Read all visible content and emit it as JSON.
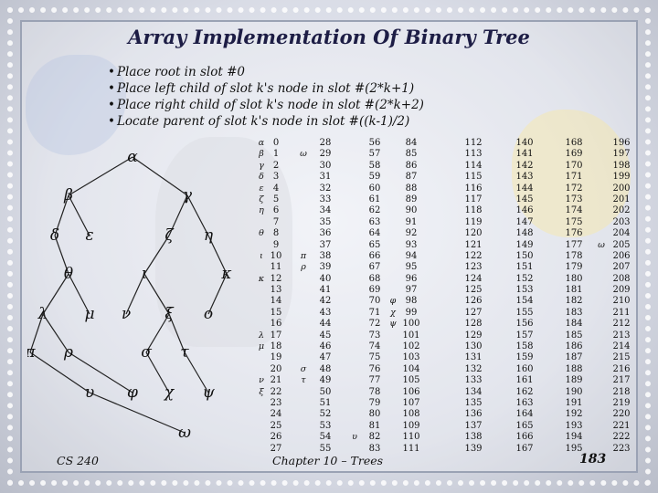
{
  "title": "Array Implementation Of Binary Tree",
  "bullets": [
    "Place root in slot #0",
    "Place left child of slot k's node in slot #(2*k+1)",
    "Place right child of slot k's node in slot #(2*k+2)",
    "Locate parent of slot k's node in slot #((k-1)/2)"
  ],
  "tree_nodes": [
    "α",
    "β",
    "γ",
    "δ",
    "ε",
    "ζ",
    "η",
    "θ",
    "ι",
    "κ",
    "λ",
    "μ",
    "ν",
    "ξ",
    "ο",
    "π",
    "ρ",
    "σ",
    "τ",
    "υ",
    "φ",
    "χ",
    "ψ",
    "ω"
  ],
  "table": {
    "col_greek_1": [
      "α",
      "β",
      "γ",
      "δ",
      "ε",
      "ζ",
      "η",
      "",
      "θ",
      "",
      "ι",
      "",
      "κ",
      "",
      "",
      "",
      "",
      "λ",
      "μ",
      "",
      "",
      "ν",
      "ξ",
      "",
      "",
      "",
      ""
    ],
    "col_idx_1": [
      "0",
      "1",
      "2",
      "3",
      "4",
      "5",
      "6",
      "7",
      "8",
      "9",
      "10",
      "11",
      "12",
      "13",
      "14",
      "15",
      "16",
      "17",
      "18",
      "19",
      "20",
      "21",
      "22",
      "23",
      "24",
      "25",
      "26",
      "27"
    ],
    "col_greek_2": [
      "",
      "ω",
      "",
      "",
      "",
      "",
      "",
      "",
      "",
      "",
      "π",
      "ρ",
      "",
      "",
      "",
      "",
      "",
      "",
      "",
      "",
      "σ",
      "τ",
      "",
      "",
      "",
      "",
      ""
    ],
    "col_idx_2": [
      "28",
      "29",
      "30",
      "31",
      "32",
      "33",
      "34",
      "35",
      "36",
      "37",
      "38",
      "39",
      "40",
      "41",
      "42",
      "43",
      "44",
      "45",
      "46",
      "47",
      "48",
      "49",
      "50",
      "51",
      "52",
      "53",
      "54",
      "55"
    ],
    "col_greek_3": [
      "",
      "",
      "",
      "",
      "",
      "",
      "",
      "",
      "",
      "",
      "",
      "",
      "",
      "",
      "",
      "",
      "",
      "",
      "",
      "",
      "",
      "",
      "",
      "",
      "",
      "",
      "υ"
    ],
    "col_idx_3": [
      "56",
      "57",
      "58",
      "59",
      "60",
      "61",
      "62",
      "63",
      "64",
      "65",
      "66",
      "67",
      "68",
      "69",
      "70",
      "71",
      "72",
      "73",
      "74",
      "75",
      "76",
      "77",
      "78",
      "79",
      "80",
      "81",
      "82",
      "83"
    ],
    "col_greek_4": [
      "",
      "",
      "",
      "",
      "",
      "",
      "",
      "",
      "",
      "",
      "",
      "",
      "",
      "",
      "φ",
      "χ",
      "ψ",
      "",
      "",
      "",
      "",
      "",
      "",
      "",
      "",
      "",
      ""
    ],
    "col_idx_4": [
      "84",
      "85",
      "86",
      "87",
      "88",
      "89",
      "90",
      "91",
      "92",
      "93",
      "94",
      "95",
      "96",
      "97",
      "98",
      "99",
      "100",
      "101",
      "102",
      "103",
      "104",
      "105",
      "106",
      "107",
      "108",
      "109",
      "110",
      "111"
    ],
    "col_idx_5": [
      "112",
      "113",
      "114",
      "115",
      "116",
      "117",
      "118",
      "119",
      "120",
      "121",
      "122",
      "123",
      "124",
      "125",
      "126",
      "127",
      "128",
      "129",
      "130",
      "131",
      "132",
      "133",
      "134",
      "135",
      "136",
      "137",
      "138",
      "139"
    ],
    "col_idx_6": [
      "140",
      "141",
      "142",
      "143",
      "144",
      "145",
      "146",
      "147",
      "148",
      "149",
      "150",
      "151",
      "152",
      "153",
      "154",
      "155",
      "156",
      "157",
      "158",
      "159",
      "160",
      "161",
      "162",
      "163",
      "164",
      "165",
      "166",
      "167"
    ],
    "col_idx_7": [
      "168",
      "169",
      "170",
      "171",
      "172",
      "173",
      "174",
      "175",
      "176",
      "177",
      "178",
      "179",
      "180",
      "181",
      "182",
      "183",
      "184",
      "185",
      "186",
      "187",
      "188",
      "189",
      "190",
      "191",
      "192",
      "193",
      "194",
      "195"
    ],
    "col_greek_8": [
      "",
      "",
      "",
      "",
      "",
      "",
      "",
      "",
      "",
      "ω",
      "",
      "",
      "",
      "",
      "",
      "",
      "",
      "",
      "",
      "",
      "",
      "",
      "",
      "",
      "",
      "",
      ""
    ],
    "col_idx_8": [
      "196",
      "197",
      "198",
      "199",
      "200",
      "201",
      "202",
      "203",
      "204",
      "205",
      "206",
      "207",
      "208",
      "209",
      "210",
      "211",
      "212",
      "213",
      "214",
      "215",
      "216",
      "217",
      "218",
      "219",
      "220",
      "221",
      "222",
      "223"
    ]
  },
  "footer": {
    "left": "CS 240",
    "center": "Chapter 10 – Trees",
    "page": "183"
  }
}
